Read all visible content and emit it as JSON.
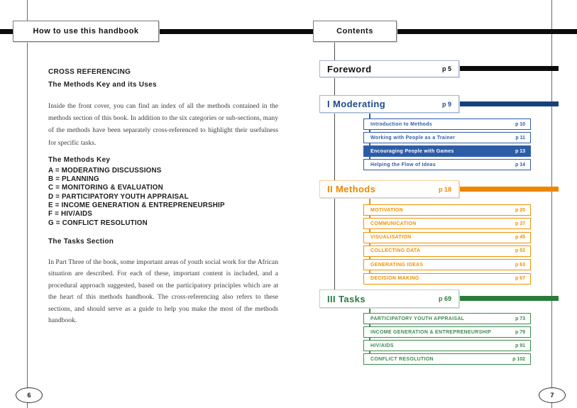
{
  "left_page": {
    "header": "How to use this handbook",
    "heading1": "CROSS REFERENCING",
    "heading2": "The Methods Key and its Uses",
    "para1": "Inside the front cover, you can find an index of all the methods contained in the methods section of this book. In addition to the six categories or sub-sections, many of the methods have been separately cross-referenced to highlight their usefulness for specific tasks.",
    "methods_key_title": "The Methods Key",
    "methods_key": [
      "A = MODERATING DISCUSSIONS",
      "B = PLANNING",
      "C = MONITORING & EVALUATION",
      "D = PARTICIPATORY YOUTH APPRAISAL",
      "E = INCOME GENERATION & ENTREPRENEURSHIP",
      "F = HIV/AIDS",
      "G = CONFLICT RESOLUTION"
    ],
    "tasks_title": "The Tasks Section",
    "para2": "In Part Three of the book, some important areas of youth social work for the African situation are described. For each of these, important content is included, and a procedural approach suggested, based on the participatory principles which are at the heart of this methods handbook. The cross-referencing also refers to these sections, and should serve as a guide to help you make the most of the methods handbook.",
    "page_number": "6"
  },
  "right_page": {
    "header": "Contents",
    "page_number": "7",
    "sections": [
      {
        "label": "Foreword",
        "page": "p 5",
        "text_color": "#111111",
        "bar_color": "#0c0c0c",
        "border_color": "#9fb6d6",
        "item_color": "#2d5ca6",
        "items": []
      },
      {
        "label": "I Moderating",
        "page": "p 9",
        "text_color": "#1b4a8c",
        "bar_color": "#17417e",
        "border_color": "#9fb6d6",
        "item_color": "#2d5ca6",
        "items": [
          {
            "label": "Introduction to Methods",
            "page": "p 10",
            "highlight": false
          },
          {
            "label": "Working with People as a Trainer",
            "page": "p 11",
            "highlight": false
          },
          {
            "label": "Encouraging People with Games",
            "page": "p 13",
            "highlight": true
          },
          {
            "label": "Helping the Flow of Ideas",
            "page": "p 14",
            "highlight": false
          }
        ]
      },
      {
        "label": "II Methods",
        "page": "p 18",
        "text_color": "#ee8600",
        "bar_color": "#ee8600",
        "border_color": "#f6cf9a",
        "item_color": "#f09200",
        "items": [
          {
            "label": "MOTIVATION",
            "page": "p 20",
            "highlight": false
          },
          {
            "label": "COMMUNICATION",
            "page": "p 37",
            "highlight": false
          },
          {
            "label": "VISUALISATION",
            "page": "p 45",
            "highlight": false
          },
          {
            "label": "COLLECTING DATA",
            "page": "p 53",
            "highlight": false
          },
          {
            "label": "GENERATING IDEAS",
            "page": "p 63",
            "highlight": false
          },
          {
            "label": "DECISION MAKING",
            "page": "p 67",
            "highlight": false
          }
        ]
      },
      {
        "label": "III Tasks",
        "page": "p 69",
        "text_color": "#2b7b3a",
        "bar_color": "#2b7b3a",
        "border_color": "#b9d5be",
        "item_color": "#3d8b50",
        "items": [
          {
            "label": "PARTICIPATORY YOUTH APPRAISAL",
            "page": "p 73",
            "highlight": false
          },
          {
            "label": "INCOME GENERATION & ENTREPRENEURSHIP",
            "page": "p 79",
            "highlight": false
          },
          {
            "label": "HIV/AIDS",
            "page": "p 91",
            "highlight": false
          },
          {
            "label": "CONFLICT RESOLUTION",
            "page": "p 102",
            "highlight": false
          }
        ]
      }
    ]
  }
}
